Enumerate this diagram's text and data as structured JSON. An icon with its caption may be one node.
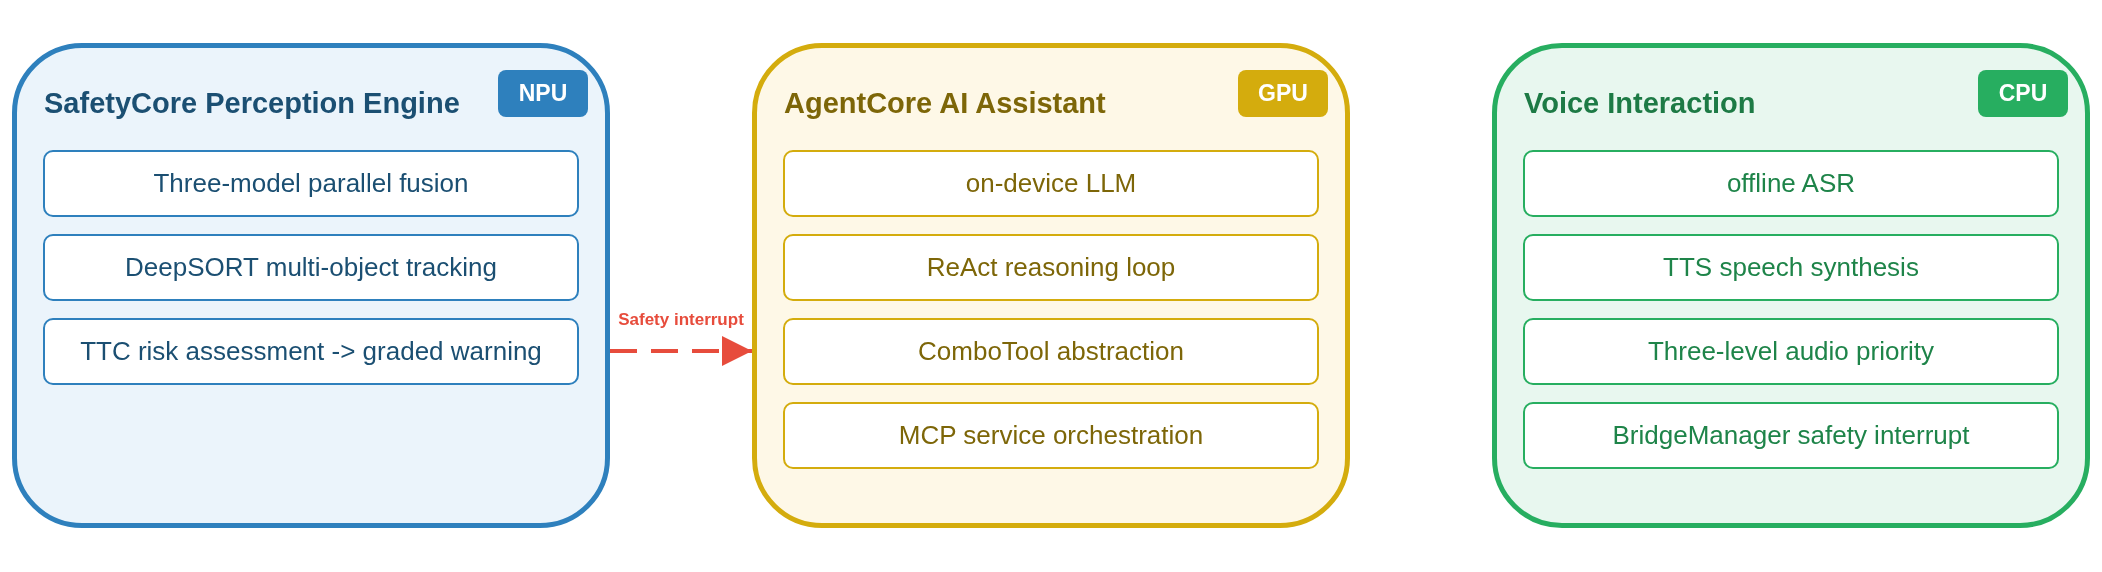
{
  "diagram": {
    "nodes": [
      {
        "text": [
          "SafetyCore Perception Engine"
        ]
      },
      {
        "text": [
          "NPU"
        ],
        "in": 0
      },
      {
        "text": [
          "Three-model parallel fusion"
        ],
        "in": 0
      },
      {
        "text": [
          "DeepSORT multi-object tracking"
        ],
        "in": 0
      },
      {
        "text": [
          "TTC risk assessment -> graded warning"
        ],
        "in": 0
      },
      {
        "text": [
          "AgentCore AI Assistant"
        ]
      },
      {
        "text": [
          "GPU"
        ],
        "in": 5
      },
      {
        "text": [
          "on-device LLM"
        ],
        "in": 5
      },
      {
        "text": [
          "ReAct reasoning loop"
        ],
        "in": 5
      },
      {
        "text": [
          "ComboTool abstraction"
        ],
        "in": 5
      },
      {
        "text": [
          "MCP service orchestration"
        ],
        "in": 5
      },
      {
        "text": [
          "Voice Interaction"
        ]
      },
      {
        "text": [
          "CPU"
        ],
        "in": 11
      },
      {
        "text": [
          "offline ASR"
        ],
        "in": 11
      },
      {
        "text": [
          "TTS speech synthesis"
        ],
        "in": 11
      },
      {
        "text": [
          "Three-level audio priority"
        ],
        "in": 11
      },
      {
        "text": [
          "BridgeManager safety interrupt"
        ],
        "in": 11
      }
    ],
    "edges": [
      {
        "from": 0,
        "to": 5,
        "arrow": "to",
        "label": "Safety interrupt",
        "style": "dashed",
        "color": "#e74c3c"
      }
    ]
  }
}
